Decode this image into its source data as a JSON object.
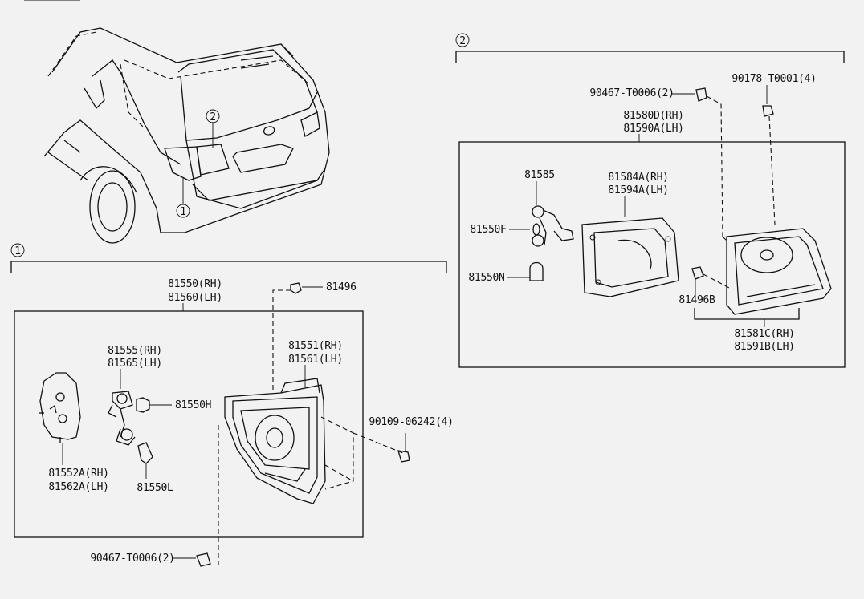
{
  "callouts": {
    "one": "1",
    "two": "2"
  },
  "car": {
    "callout1": "1",
    "callout2": "2"
  },
  "group1": {
    "assembly": [
      "81550(RH)",
      "81560(LH)"
    ],
    "lens_body": [
      "81551(RH)",
      "81561(LH)"
    ],
    "socket_wire": [
      "81555(RH)",
      "81565(LH)"
    ],
    "bulb_h": "81550H",
    "bulb_l": "81550L",
    "cover": [
      "81552A(RH)",
      "81562A(LH)"
    ],
    "clip": "81496",
    "screw": "90109-06242(4)",
    "nut": "90467-T0006(2)"
  },
  "group2": {
    "assembly": [
      "81580D(RH)",
      "81590A(LH)"
    ],
    "nut": "90467-T0006(2)",
    "screw": "90178-T0001(4)",
    "socket": "81585",
    "bulb_f": "81550F",
    "bulb_n": "81550N",
    "gasket": [
      "81584A(RH)",
      "81594A(LH)"
    ],
    "clip": "81496B",
    "lens_body": [
      "81581C(RH)",
      "81591B(LH)"
    ]
  }
}
